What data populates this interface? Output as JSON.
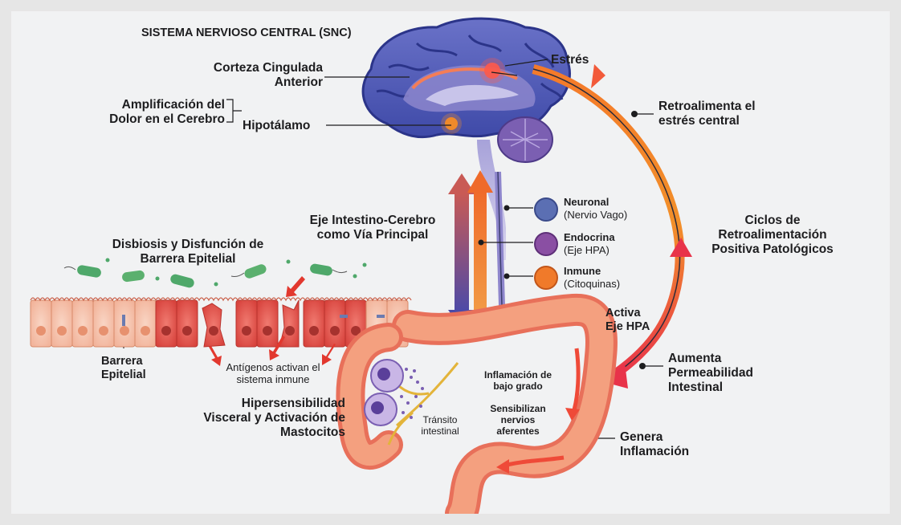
{
  "title": "SISTEMA NERVIOSO CENTRAL (SNC)",
  "labels": {
    "corteza": "Corteza Cingulada Anterior",
    "amplificacion": "Amplificación del Dolor en el Cerebro",
    "hipotalamo": "Hipotálamo",
    "estres": "Estrés",
    "retroalimenta": "Retroalimenta el estrés central",
    "eje": "Eje Intestino-Cerebro como Vía Principal",
    "disbiosis": "Disbiosis y Disfunción de Barrera Epitelial",
    "barrera": "Barrera Epitelial",
    "antigenos": "Antígenos activan el sistema inmune",
    "hipersensibilidad": "Hipersensibilidad Visceral y Activación de Mastocitos",
    "transito": "Tránsito intestinal",
    "inflamacion_bajo": "Inflamación de bajo grado",
    "sensibilizan": "Sensibilizan nervios aferentes",
    "activa": "Activa Eje HPA",
    "ciclos": "Ciclos de Retroalimentación Positiva Patológicos",
    "aumenta": "Aumenta Permeabilidad Intestinal",
    "genera": "Genera Inflamación"
  },
  "pathways": [
    {
      "name": "Neuronal",
      "sub": "(Nervio Vago)",
      "color": "#5b6fb3",
      "icon": "neuron-icon"
    },
    {
      "name": "Endocrina",
      "sub": "(Eje HPA)",
      "color": "#8a4fa3",
      "icon": "flask-icon"
    },
    {
      "name": "Inmune",
      "sub": "(Citoquinas)",
      "color": "#f07a2a",
      "icon": "virus-icon"
    }
  ]
}
